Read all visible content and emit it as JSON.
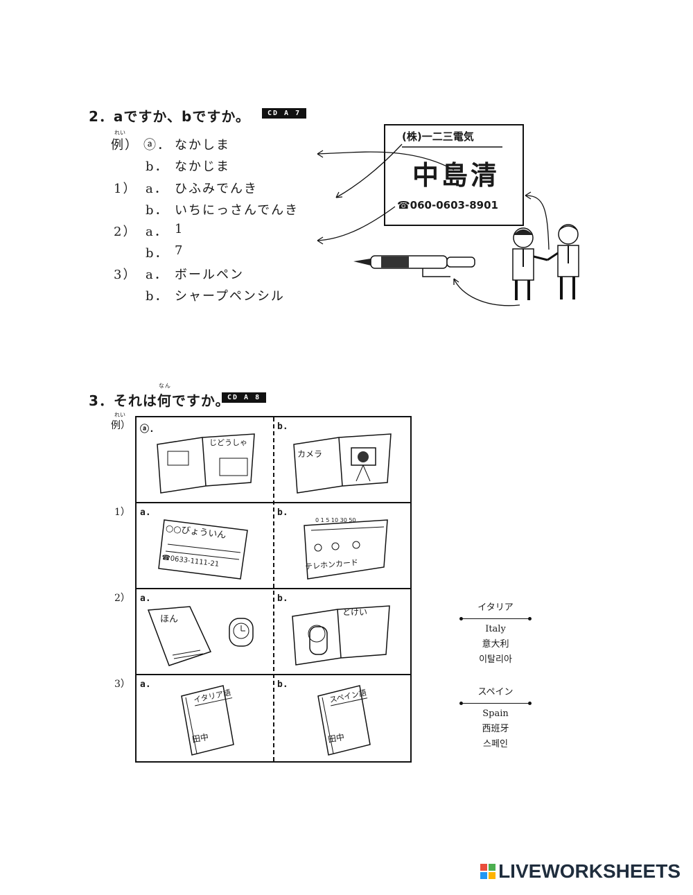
{
  "section2": {
    "title": "2．aですか、bですか。",
    "cd": "CD A 7",
    "example_ruby": "れい",
    "example_label": "例）",
    "example_a_marker": "ⓐ．",
    "example_a": "なかしま",
    "example_b_marker": "b．",
    "example_b": "なかじま",
    "q1_num": "1）",
    "q1_a_marker": "a．",
    "q1_a": "ひふみでんき",
    "q1_b_marker": "b．",
    "q1_b": "いちにっさんでんき",
    "q2_num": "2）",
    "q2_a_marker": "a．",
    "q2_a": "1",
    "q2_b_marker": "b．",
    "q2_b": "7",
    "q3_num": "3）",
    "q3_a_marker": "a．",
    "q3_a": "ボールペン",
    "q3_b_marker": "b．",
    "q3_b": "シャープペンシル"
  },
  "business_card": {
    "company": "(株)一二三電気",
    "name": "中島清",
    "phone": "☎060-0603-8901"
  },
  "section3": {
    "title_prefix": "3．それは",
    "title_kanji": "何",
    "title_ruby": "なん",
    "title_suffix": "ですか。",
    "cd": "CD A 8",
    "example_ruby": "れい",
    "example_label": "例）",
    "rows": [
      {
        "label": "",
        "a": "ⓐ.",
        "b": "b.",
        "a_text": "じどうしゃ",
        "b_text": "カメラ"
      },
      {
        "label": "1）",
        "a": "a.",
        "b": "b.",
        "a_text": "○○びょういん",
        "a_sub": "☎0633-1111-21",
        "b_text": "テレホンカード",
        "b_nums": "0 1 5 10 30 50"
      },
      {
        "label": "2）",
        "a": "a.",
        "b": "b.",
        "a_text": "ほん",
        "b_text": "とけい"
      },
      {
        "label": "3）",
        "a": "a.",
        "b": "b.",
        "a_text": "イタリア語",
        "a_name": "田中",
        "b_text": "スペイン語",
        "b_name": "田中"
      }
    ]
  },
  "glossary": [
    {
      "kana": "イタリア",
      "en": "Italy",
      "zh": "意大利",
      "ko": "이탈리아"
    },
    {
      "kana": "スペイン",
      "en": "Spain",
      "zh": "西班牙",
      "ko": "스페인"
    }
  ],
  "brand": {
    "text": "LIVEWORKSHEETS",
    "colors": [
      "#e94e3c",
      "#4caf50",
      "#2196f3",
      "#ffb300"
    ]
  }
}
